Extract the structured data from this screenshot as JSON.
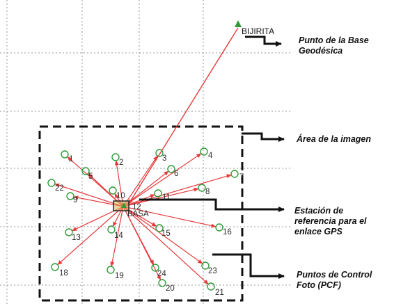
{
  "base_station": {
    "name": "BIJIRITA"
  },
  "reference_station": {
    "label_code": "12",
    "label_name": "BASA"
  },
  "control_points": [
    {
      "id": "1",
      "label": "1"
    },
    {
      "id": "2",
      "label": "2"
    },
    {
      "id": "3",
      "label": "3"
    },
    {
      "id": "4",
      "label": "4"
    },
    {
      "id": "5",
      "label": "5"
    },
    {
      "id": "6",
      "label": "6"
    },
    {
      "id": "7",
      "label": "7"
    },
    {
      "id": "8",
      "label": "8"
    },
    {
      "id": "9",
      "label": "9"
    },
    {
      "id": "10",
      "label": "10"
    },
    {
      "id": "11",
      "label": "11"
    },
    {
      "id": "13",
      "label": "13"
    },
    {
      "id": "14",
      "label": "14"
    },
    {
      "id": "15",
      "label": "15"
    },
    {
      "id": "16",
      "label": "16"
    },
    {
      "id": "18",
      "label": "18"
    },
    {
      "id": "19",
      "label": "19"
    },
    {
      "id": "20",
      "label": "20"
    },
    {
      "id": "21",
      "label": "21"
    },
    {
      "id": "22",
      "label": "22"
    },
    {
      "id": "23",
      "label": "23"
    },
    {
      "id": "24",
      "label": "24"
    }
  ],
  "annotations": {
    "base": [
      "Punto de la Base",
      "Geodésica"
    ],
    "image_area": [
      "Área de la imagen"
    ],
    "reference": [
      "Estación de",
      "referencia para el",
      "enlace GPS"
    ],
    "control": [
      "Puntos de Control",
      "Foto (PCF)"
    ]
  },
  "colors": {
    "vector": "#e8383a",
    "point": "#2e9b36",
    "frame": "#111111",
    "grid": "#9a9a9a"
  }
}
